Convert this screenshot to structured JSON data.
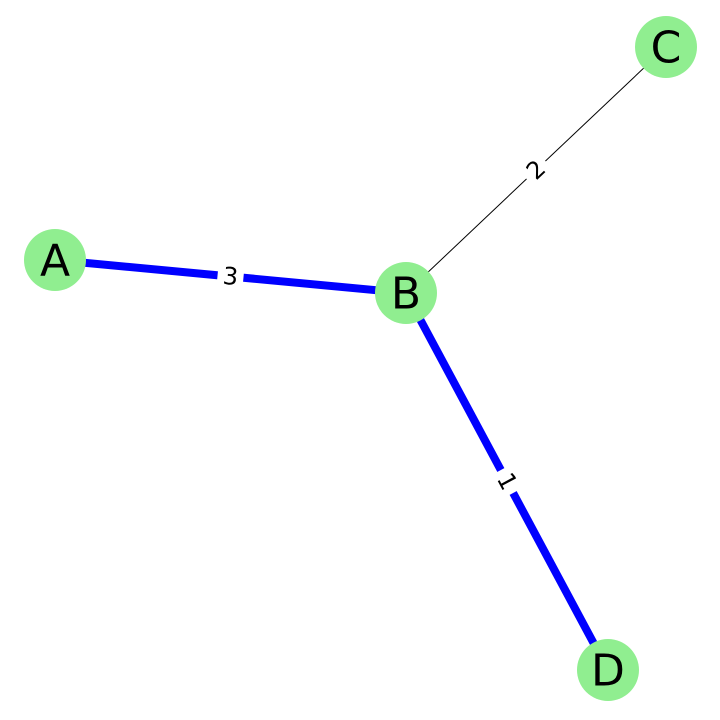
{
  "graph": {
    "node_color": "#90EE90",
    "highlight_edge_color": "#0000FF",
    "normal_edge_color": "#000000",
    "nodes": [
      {
        "id": "A",
        "label": "A"
      },
      {
        "id": "B",
        "label": "B"
      },
      {
        "id": "C",
        "label": "C"
      },
      {
        "id": "D",
        "label": "D"
      }
    ],
    "edges": [
      {
        "source": "A",
        "target": "B",
        "weight": "3",
        "highlighted": true
      },
      {
        "source": "B",
        "target": "C",
        "weight": "2",
        "highlighted": false
      },
      {
        "source": "B",
        "target": "D",
        "weight": "1",
        "highlighted": true
      }
    ]
  }
}
